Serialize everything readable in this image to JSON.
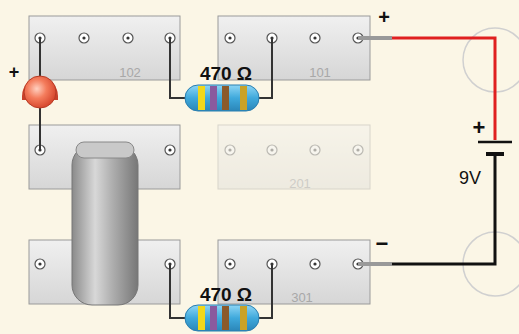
{
  "diagram": {
    "nodes": [
      {
        "text": [
          "102"
        ]
      },
      {
        "text": [
          "101"
        ]
      },
      {
        "text": [
          "201"
        ]
      },
      {
        "text": [
          "301"
        ]
      }
    ],
    "labels": [
      "+",
      "470 Ω",
      "+",
      "+",
      "9V",
      "−",
      "470 Ω"
    ]
  }
}
